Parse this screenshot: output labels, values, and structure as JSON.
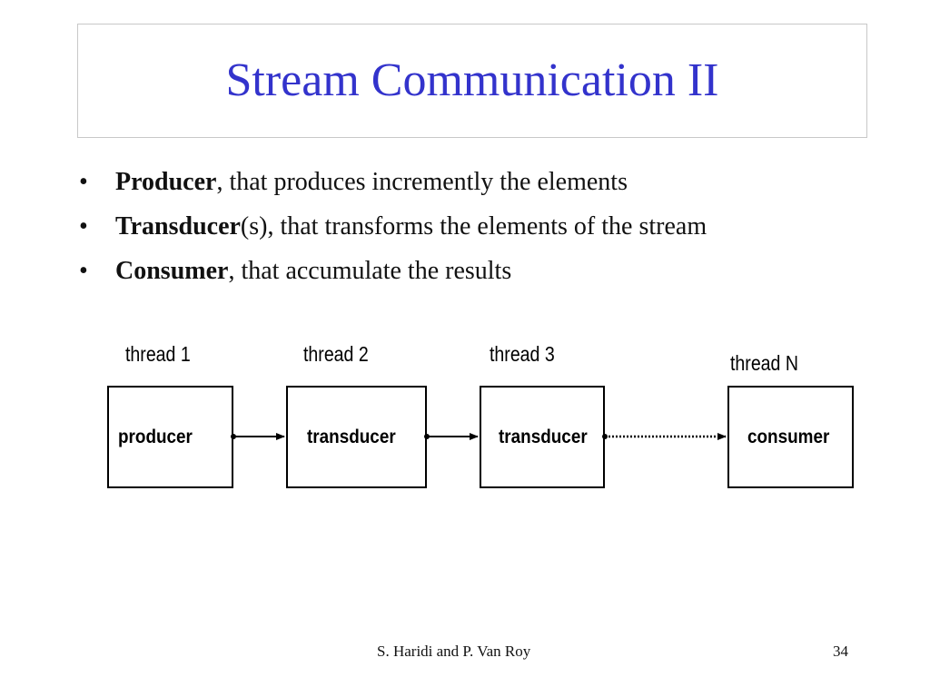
{
  "title": "Stream Communication II",
  "bullets": [
    {
      "marker": "•",
      "bold": "Producer",
      "rest": ", that produces incremently the elements"
    },
    {
      "marker": "•",
      "bold": "Transducer",
      "rest": "(s), that transforms the elements of the stream"
    },
    {
      "marker": "•",
      "bold": "Consumer",
      "rest": ", that accumulate the results"
    }
  ],
  "diagram": {
    "thread_labels": [
      "thread 1",
      "thread 2",
      "thread 3",
      "thread N"
    ],
    "nodes": [
      "producer",
      "transducer",
      "transducer",
      "consumer"
    ],
    "title_color": "#3333cc"
  },
  "footer": {
    "authors": "S. Haridi and P. Van Roy",
    "page_number": "34"
  }
}
